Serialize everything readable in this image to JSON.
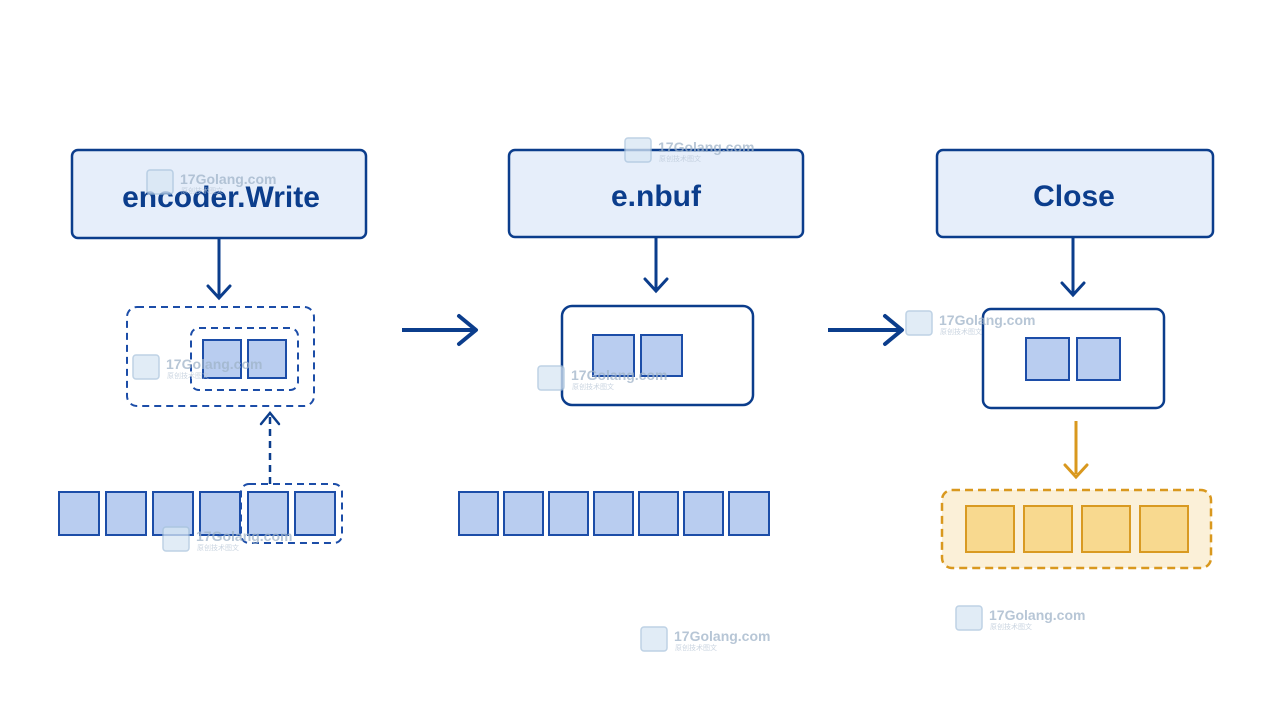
{
  "stages": [
    {
      "title": "encoder.Write"
    },
    {
      "title": "e.nbuf"
    },
    {
      "title": "Close"
    }
  ],
  "watermark": {
    "text": "17Golang.com",
    "subtitle": "原创技术图文"
  },
  "colors": {
    "primary": "#0b3d8c",
    "box_fill": "#e6eefa",
    "cell_fill": "#b9cdf0",
    "cell_stroke": "#1c4da8",
    "output_stroke": "#d9981e",
    "output_fill": "#fbf0d8",
    "output_cell_fill": "#f8d98f",
    "output_cell_stroke": "#d99a22",
    "watermark": "#9fb3c8"
  },
  "icons": [
    "arrow-down-icon",
    "arrow-right-icon",
    "dashed-arrow-up-icon",
    "watermark-logo-icon"
  ]
}
